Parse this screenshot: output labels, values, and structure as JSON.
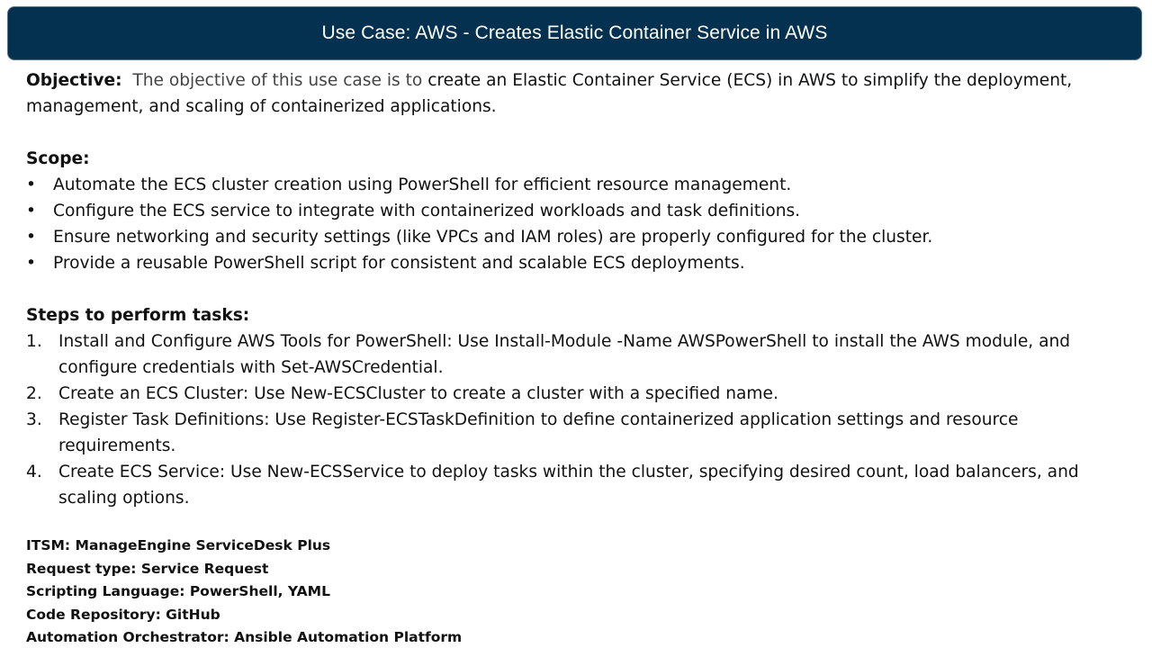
{
  "header": {
    "title": "Use Case: AWS - Creates Elastic Container Service in AWS"
  },
  "objective": {
    "label": "Objective:",
    "lead": "The objective of this use case is to",
    "text": "create an Elastic Container Service (ECS) in AWS to simplify the deployment, management, and scaling of containerized applications."
  },
  "scope": {
    "heading": "Scope:",
    "bullet_marker": "•",
    "items": [
      "Automate the ECS cluster creation using PowerShell for efficient resource management.",
      "Configure the ECS service to integrate with containerized workloads and task definitions.",
      "Ensure networking and security settings (like VPCs and IAM roles) are properly configured for the cluster.",
      "Provide a reusable PowerShell script for consistent and scalable ECS deployments."
    ]
  },
  "steps": {
    "heading": "Steps to perform tasks:",
    "items": [
      {
        "number": "1.",
        "text": "Install and Configure AWS Tools for PowerShell: Use Install-Module -Name AWSPowerShell to install the AWS module, and configure credentials with Set-AWSCredential."
      },
      {
        "number": "2.",
        "text": "Create an ECS Cluster: Use New-ECSCluster to create a cluster with a specified name."
      },
      {
        "number": "3.",
        "text": "Register Task Definitions: Use Register-ECSTaskDefinition to define containerized application settings and resource requirements."
      },
      {
        "number": "4.",
        "text": "Create ECS Service: Use New-ECSService to deploy tasks within the cluster, specifying desired count, load balancers, and scaling options."
      }
    ]
  },
  "meta": {
    "itsm": "ITSM: ManageEngine ServiceDesk Plus",
    "request_type": "Request type: Service Request",
    "scripting_language": "Scripting Language: PowerShell, YAML",
    "code_repository": "Code Repository: GitHub",
    "automation_orchestrator": "Automation Orchestrator: Ansible Automation Platform"
  },
  "colors": {
    "title_bar_background": "#04314f",
    "title_text": "#ffffff",
    "body_text": "#111111"
  }
}
